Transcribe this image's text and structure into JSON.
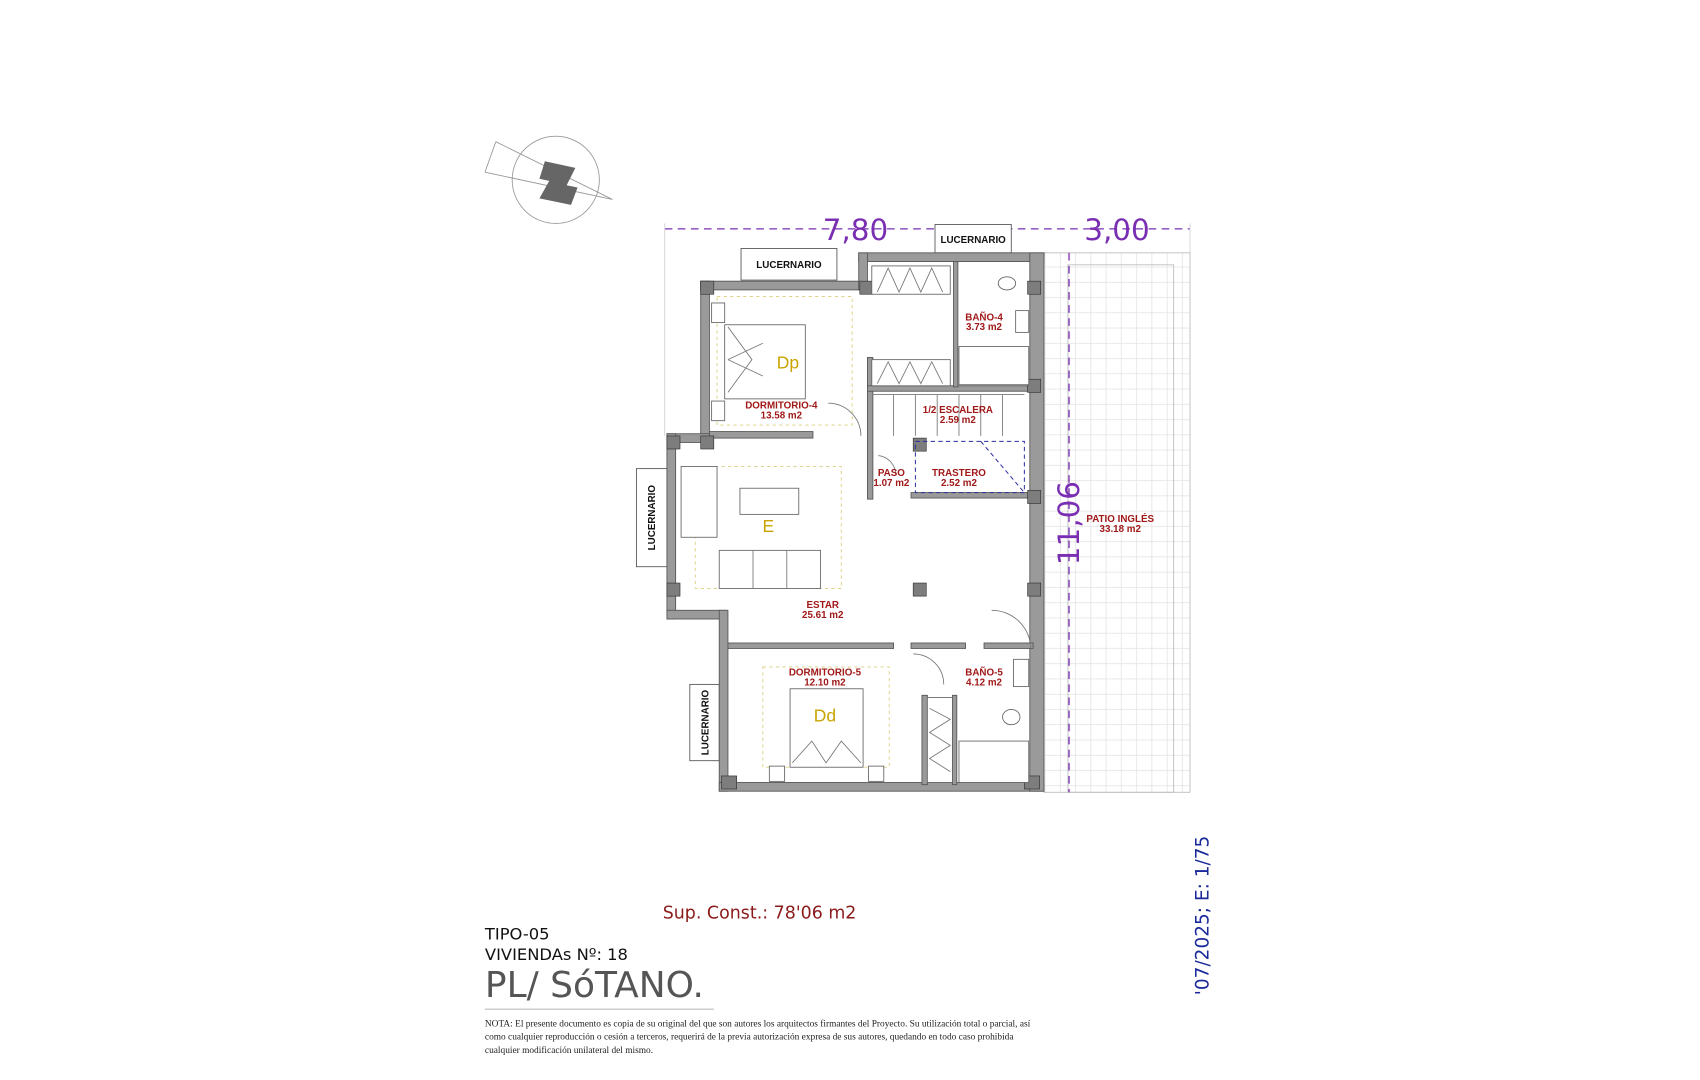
{
  "plan": {
    "dimensions": {
      "width_main": "7,80",
      "width_patio": "3,00",
      "depth": "11,06"
    },
    "skylight_label": "LUCERNARIO",
    "rooms": [
      {
        "name": "DORMITORIO-4",
        "area": "13.58 m2"
      },
      {
        "name": "BAÑO-4",
        "area": "3.73 m2"
      },
      {
        "name": "1/2 ESCALERA",
        "area": "2.59 m2"
      },
      {
        "name": "PASO",
        "area": "1.07 m2"
      },
      {
        "name": "TRASTERO",
        "area": "2.52 m2"
      },
      {
        "name": "ESTAR",
        "area": "25.61 m2"
      },
      {
        "name": "PATIO INGLÉS",
        "area": "33.18 m2"
      },
      {
        "name": "DORMITORIO-5",
        "area": "12.10 m2"
      },
      {
        "name": "BAÑO-5",
        "area": "4.12 m2"
      }
    ],
    "zones": {
      "dp": "Dp",
      "e": "E",
      "dd": "Dd"
    },
    "north_symbol": "north-arrow-icon",
    "colors": {
      "room_label": "#a01818",
      "dimension": "#7a2fb3",
      "zone": "#c9a400",
      "stamp": "#1a2a9a",
      "surface": "#8b1a1a"
    }
  },
  "footer": {
    "surface": "Sup. Const.: 78'06 m2",
    "type": "TIPO-05",
    "units": "VIVIENDAs Nº: 18",
    "floor": "PL/ SóTANO.",
    "note": [
      "NOTA: El presente documento es copia de su original del que son autores los arquitectos firmantes del Proyecto. Su utilización total o parcial, así",
      "como cualquier reproducción o cesión a terceros, requerirá  de la previa autorización expresa de sus autores, quedando en todo caso prohibida",
      "cualquier modificación unilateral del mismo."
    ],
    "stamp": "'07/2025; E: 1/75"
  }
}
